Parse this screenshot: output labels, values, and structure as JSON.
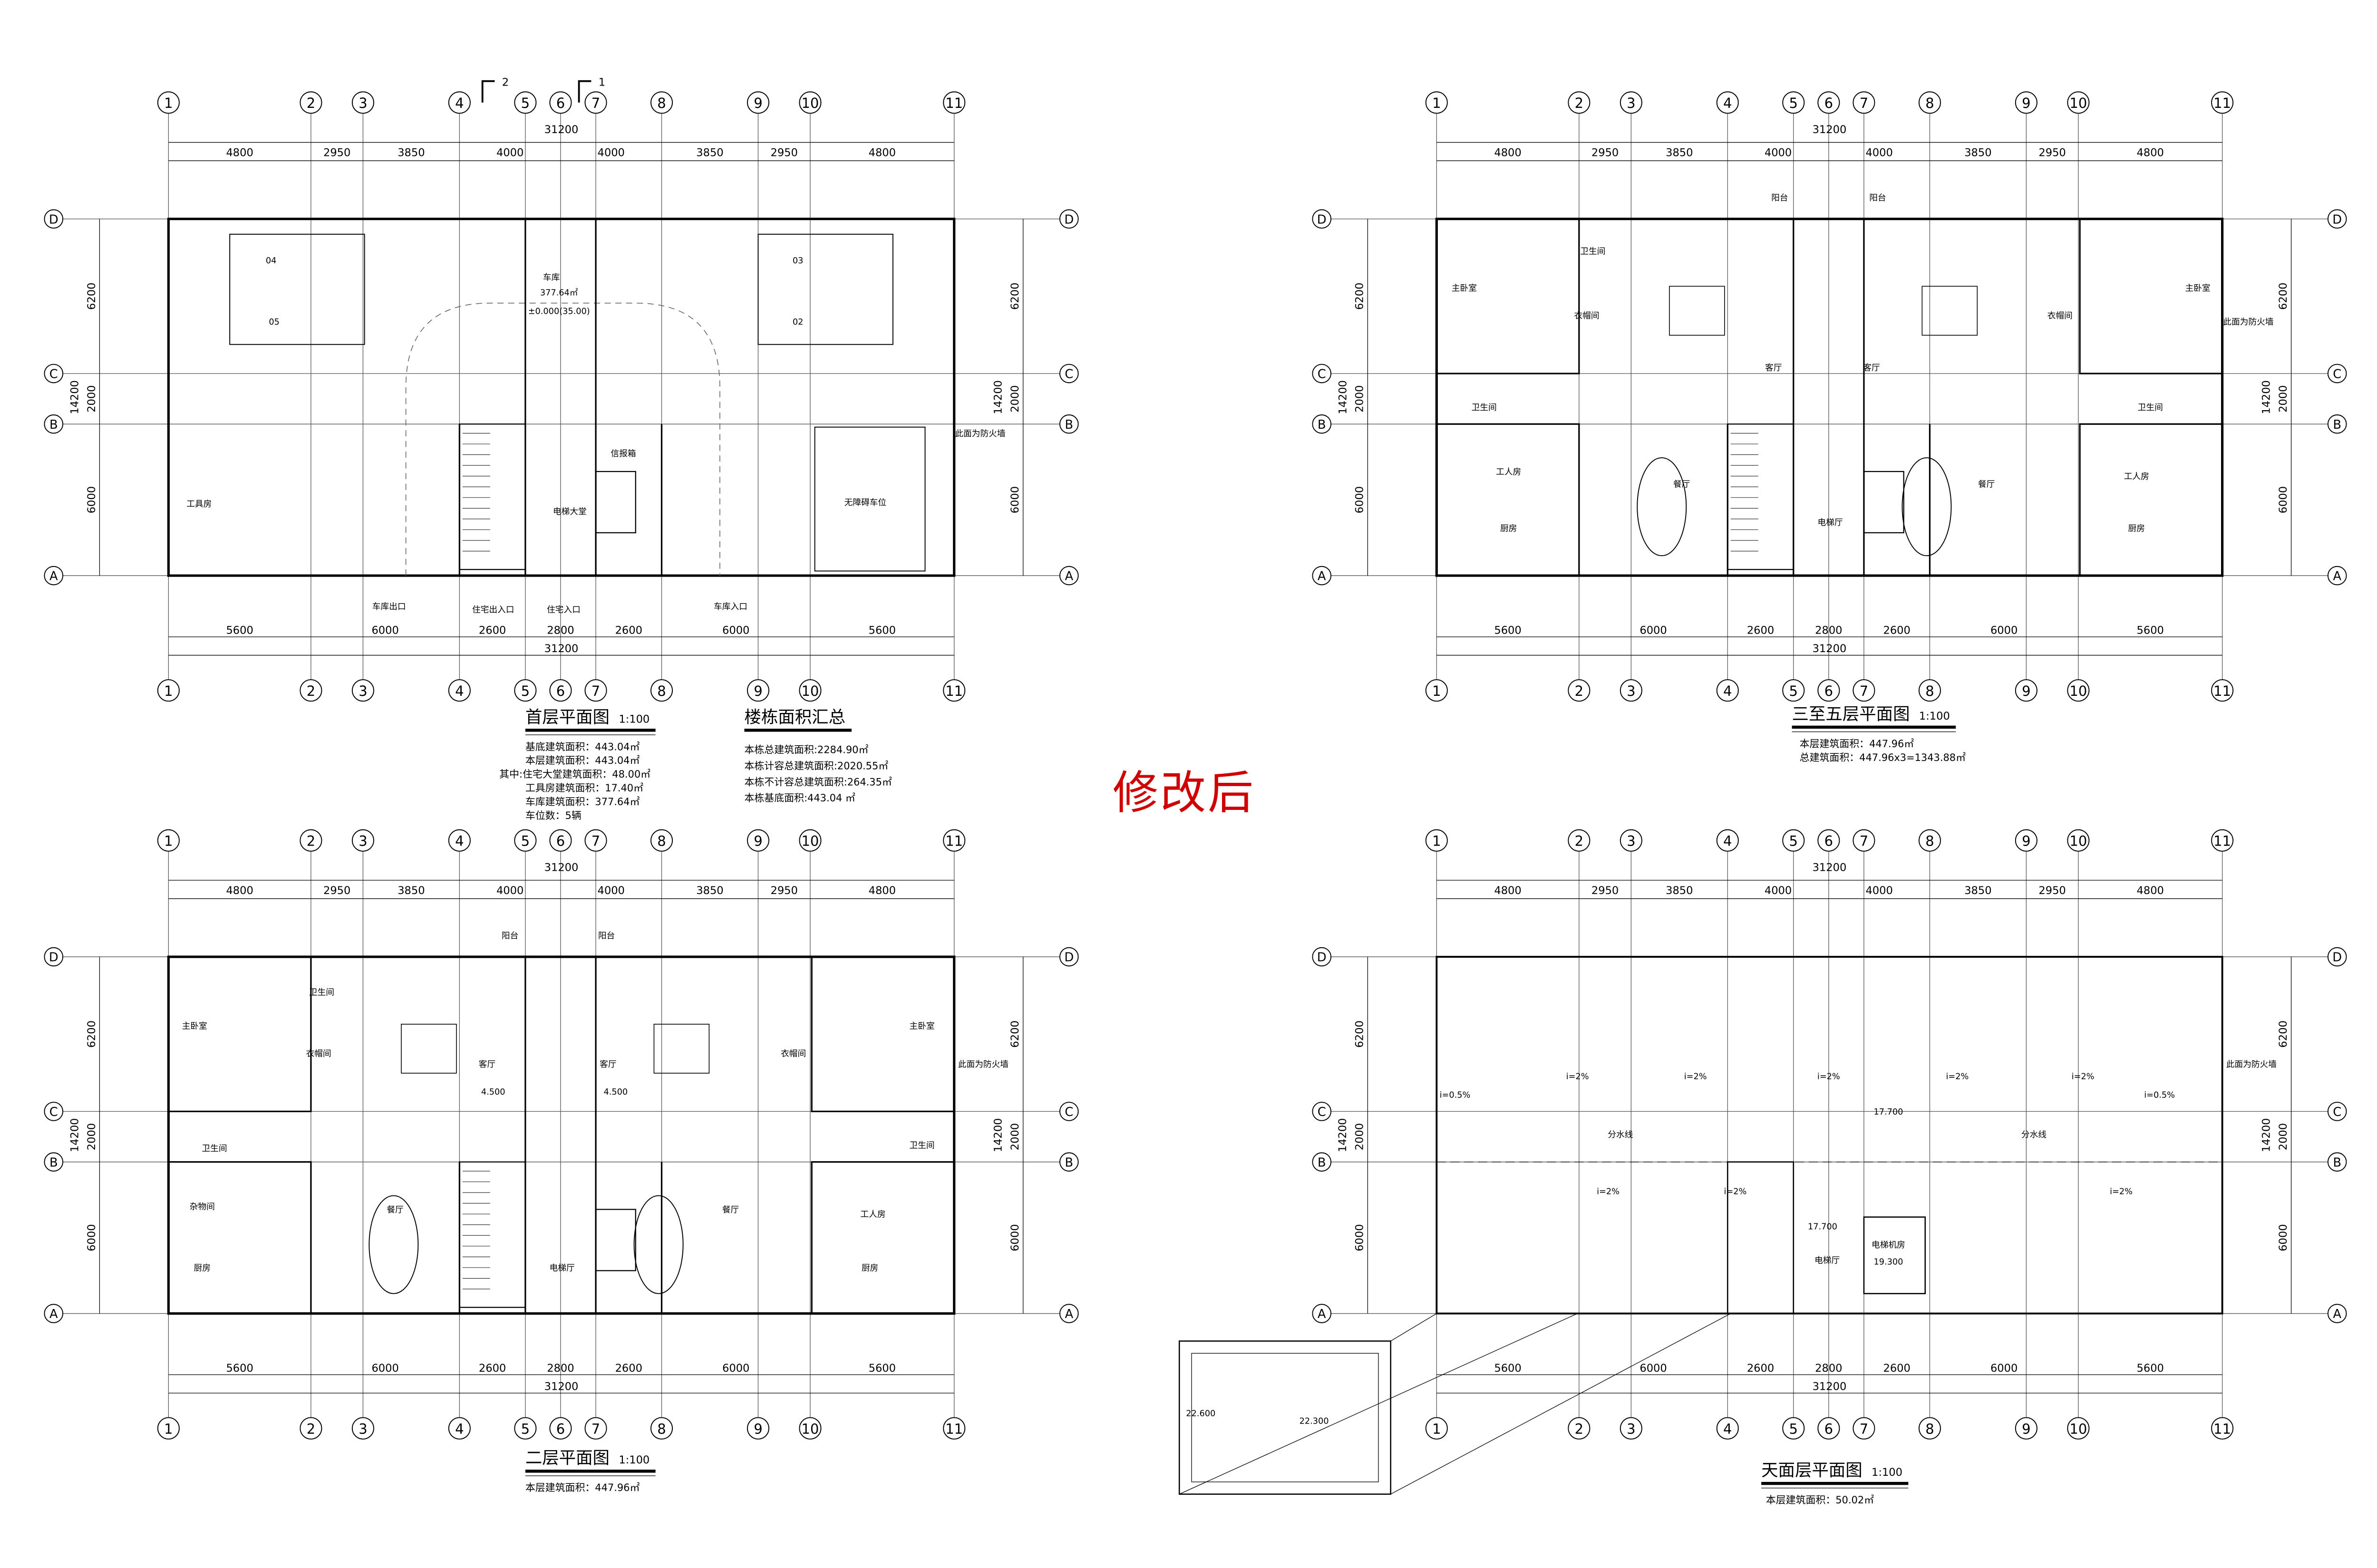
{
  "stamp": "修改后",
  "colors": {
    "line": "#000000",
    "grid": "#555555",
    "accent": "#d00000",
    "hatch": "#888888"
  },
  "axes": {
    "columns": [
      "1",
      "2",
      "3",
      "4",
      "5",
      "6",
      "7",
      "8",
      "9",
      "10",
      "11"
    ],
    "rows": [
      "A",
      "B",
      "C",
      "D"
    ],
    "total": "31200",
    "top_dims": [
      "4800",
      "2950",
      "3850",
      "4000",
      "4000",
      "3850",
      "2950",
      "4800"
    ],
    "bottom_dims": [
      "5600",
      "6000",
      "2600",
      "2800",
      "2600",
      "6000",
      "5600"
    ],
    "side_dims": [
      "6000",
      "2000",
      "6200"
    ],
    "side_total": "14200"
  },
  "plans": [
    {
      "id": "ground",
      "title": "首层平面图",
      "scale": "1:100",
      "notes": [
        "基底建筑面积：443.04㎡",
        "本层建筑面积：443.04㎡",
        "其中:住宅大堂建筑面积：48.00㎡",
        "工具房建筑面积：17.40㎡",
        "车库建筑面积：377.64㎡",
        "车位数：5辆"
      ],
      "rooms": [
        "车库",
        "377.64㎡",
        "±0.000(35.00)",
        "04",
        "05",
        "03",
        "02",
        "工具房",
        "电梯大堂",
        "信报箱",
        "无障碍车位",
        "车库出口",
        "住宅出入口",
        "住宅入口",
        "车库入口",
        "此面为防火墙"
      ]
    },
    {
      "id": "typical",
      "title": "三至五层平面图",
      "scale": "1:100",
      "notes": [
        "本层建筑面积：447.96㎡",
        "总建筑面积：447.96x3=1343.88㎡"
      ],
      "rooms": [
        "主卧室",
        "卫生间",
        "衣帽间",
        "客厅",
        "客厅",
        "餐厅",
        "餐厅",
        "工人房",
        "厨房",
        "阳台",
        "阳台",
        "卫生间",
        "电梯厅",
        "工人房",
        "厨房",
        "主卧室",
        "衣帽间",
        "卫生间",
        "此面为防火墙"
      ]
    },
    {
      "id": "second",
      "title": "二层平面图",
      "scale": "1:100",
      "notes": [
        "本层建筑面积：447.96㎡"
      ],
      "rooms": [
        "主卧室",
        "卫生间",
        "衣帽间",
        "客厅",
        "客厅",
        "餐厅",
        "餐厅",
        "杂物间",
        "厨房",
        "阳台",
        "阳台",
        "卫生间",
        "电梯厅",
        "工人房",
        "厨房",
        "主卧室",
        "衣帽间",
        "卫生间",
        "4.500",
        "4.500",
        "此面为防火墙"
      ]
    },
    {
      "id": "roof",
      "title": "天面层平面图",
      "scale": "1:100",
      "notes": [
        "本层建筑面积：50.02㎡"
      ],
      "rooms": [
        "i=2%",
        "i=2%",
        "i=2%",
        "i=2%",
        "i=2%",
        "i=2%",
        "i=2%",
        "i=2%",
        "17.700",
        "17.700",
        "电梯厅",
        "电梯机房",
        "19.300",
        "分水线",
        "分水线",
        "i=0.5%",
        "i=0.5%",
        "22.600",
        "22.300",
        "此面为防火墙"
      ]
    }
  ],
  "summary": {
    "title": "楼栋面积汇总",
    "lines": [
      "本栋总建筑面积:2284.90㎡",
      "本栋计容总建筑面积:2020.55㎡",
      "本栋不计容总建筑面积:264.35㎡",
      "本栋基底面积:443.04 ㎡"
    ]
  }
}
